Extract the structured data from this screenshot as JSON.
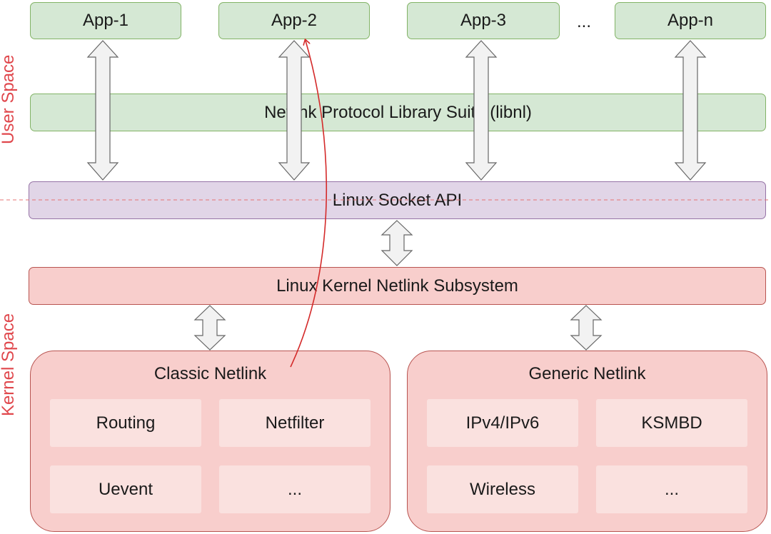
{
  "apps": [
    "App-1",
    "App-2",
    "App-3",
    "App-n"
  ],
  "apps_ellipsis": "...",
  "libnl": "Netlink Protocol Library Suite (libnl)",
  "socket_api": "Linux Socket API",
  "kernel_subsystem": "Linux Kernel Netlink Subsystem",
  "side_labels": {
    "user": "User Space",
    "kernel": "Kernel Space"
  },
  "classic": {
    "title": "Classic Netlink",
    "cells": [
      "Routing",
      "Netfilter",
      "Uevent",
      "..."
    ]
  },
  "generic": {
    "title": "Generic Netlink",
    "cells": [
      "IPv4/IPv6",
      "KSMBD",
      "Wireless",
      "..."
    ]
  },
  "colors": {
    "user_fill": "#d5e8d4",
    "user_stroke": "#82b366",
    "socket_fill": "#e1d5e7",
    "socket_stroke": "#9673a6",
    "kernel_fill": "#f8cecc",
    "kernel_stroke": "#b85450",
    "cell_fill": "#fae1df",
    "label_color": "#e0474c",
    "flow_color": "#d42a2a"
  }
}
